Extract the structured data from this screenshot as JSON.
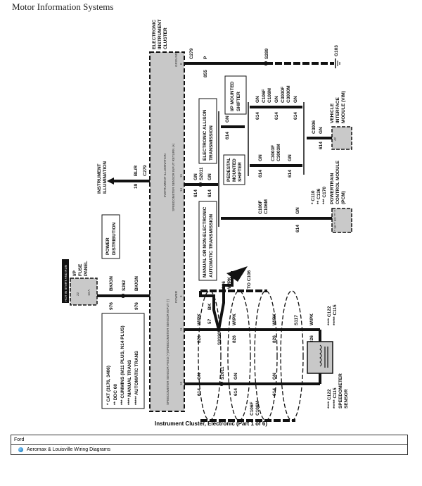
{
  "header": "Motor Information Systems",
  "caption": "Instrument Cluster, Electronic (Part 1 of 6)",
  "footer": {
    "make": "Ford",
    "link": "Aeromax & Louisville Wiring Diagrams"
  },
  "diagram": {
    "cluster_title": [
      "ELECTRONIC",
      "INSTRUMENT",
      "CLUSTER"
    ],
    "cluster_pins": {
      "ground": "GROUND",
      "ground_pin": "8",
      "illum": "INSTRUMENT ILLUMINATION",
      "illum_pin": "15",
      "return": "SPEEDOMETER SENSOR INPUT RETURN (+)",
      "return_pin": "14",
      "power": "POWER",
      "power_pin": "9",
      "input": "SPEEDOMETER SENSOR INPUT (-)",
      "input_pin": "11",
      "feed": "SPEEDOMETER SENSOR FEED (+)",
      "feed_pin": "10"
    },
    "ground_circuit": {
      "connector": "C279",
      "color": "P",
      "circuit": "855",
      "splice": "S289",
      "ground": "G103"
    },
    "illumination": {
      "label": [
        "INSTRUMENT",
        "ILLUMINATION"
      ],
      "circuit": "19",
      "color": "BL/R",
      "connector": "C279"
    },
    "power": {
      "hot": "HOT IN START AND RUN",
      "fuse_panel": [
        "I/P",
        "FUSE",
        "PANEL"
      ],
      "fuse_num": "22",
      "fuse_rating": "10 A",
      "dist": [
        "POWER",
        "DISTRIBUTION"
      ],
      "circuit": "976",
      "color": "BK/GN",
      "splice": "S262"
    },
    "notes": [
      "* CAT (3176, 3406)",
      "** DDC 60",
      "*** CUMMINS (M11 PLUS, N14 PLUS)",
      "**** MANUAL TRANS",
      "***** AUTOMATIC TRANS"
    ],
    "trans": {
      "allison": [
        "ELECTRONIC ALLISON",
        "TRANSMISSION"
      ],
      "manual": [
        "MANUAL OR NON-ELECTRONIC",
        "AUTOMATIC TRANSMISSION"
      ],
      "ip_shifter": [
        "I/P MOUNTED",
        "SHIFTER"
      ],
      "pedestal": [
        "PEDESTAL",
        "MOUNTED",
        "SHIFTER"
      ],
      "circuit": "614",
      "color": "GN",
      "splice": "S2011",
      "c106f": "C106F",
      "c106m": "C106M",
      "c3000f": "C3000F",
      "c3000m": "C3000M",
      "c3003f": "C3003F",
      "c3003m": "C3003M",
      "c3006": "C3006"
    },
    "vim": {
      "label": [
        "VEHICLE",
        "INTERFACE",
        "MODULE (VIM)"
      ],
      "pin": "42"
    },
    "pcm": {
      "label": [
        "POWERTRAIN",
        "CONTROL MODULE",
        "(PCM)"
      ],
      "conns": [
        "* C110",
        "** C136",
        "*** C170"
      ],
      "pins": "* 18  ** E3  *** 7"
    },
    "sensor": {
      "label": [
        "SPEEDOMETER",
        "SENSOR"
      ],
      "circuit_sig": "826",
      "color_sig": "W/PK",
      "circuit_bk": "57",
      "color_bk": "BK",
      "splice_sig": "S2030",
      "splice_gn": "S2011",
      "splice_shield": "S117",
      "to": "TO C106",
      "arrow": "C",
      "conns": [
        "**** C122",
        "***** C115"
      ]
    }
  }
}
